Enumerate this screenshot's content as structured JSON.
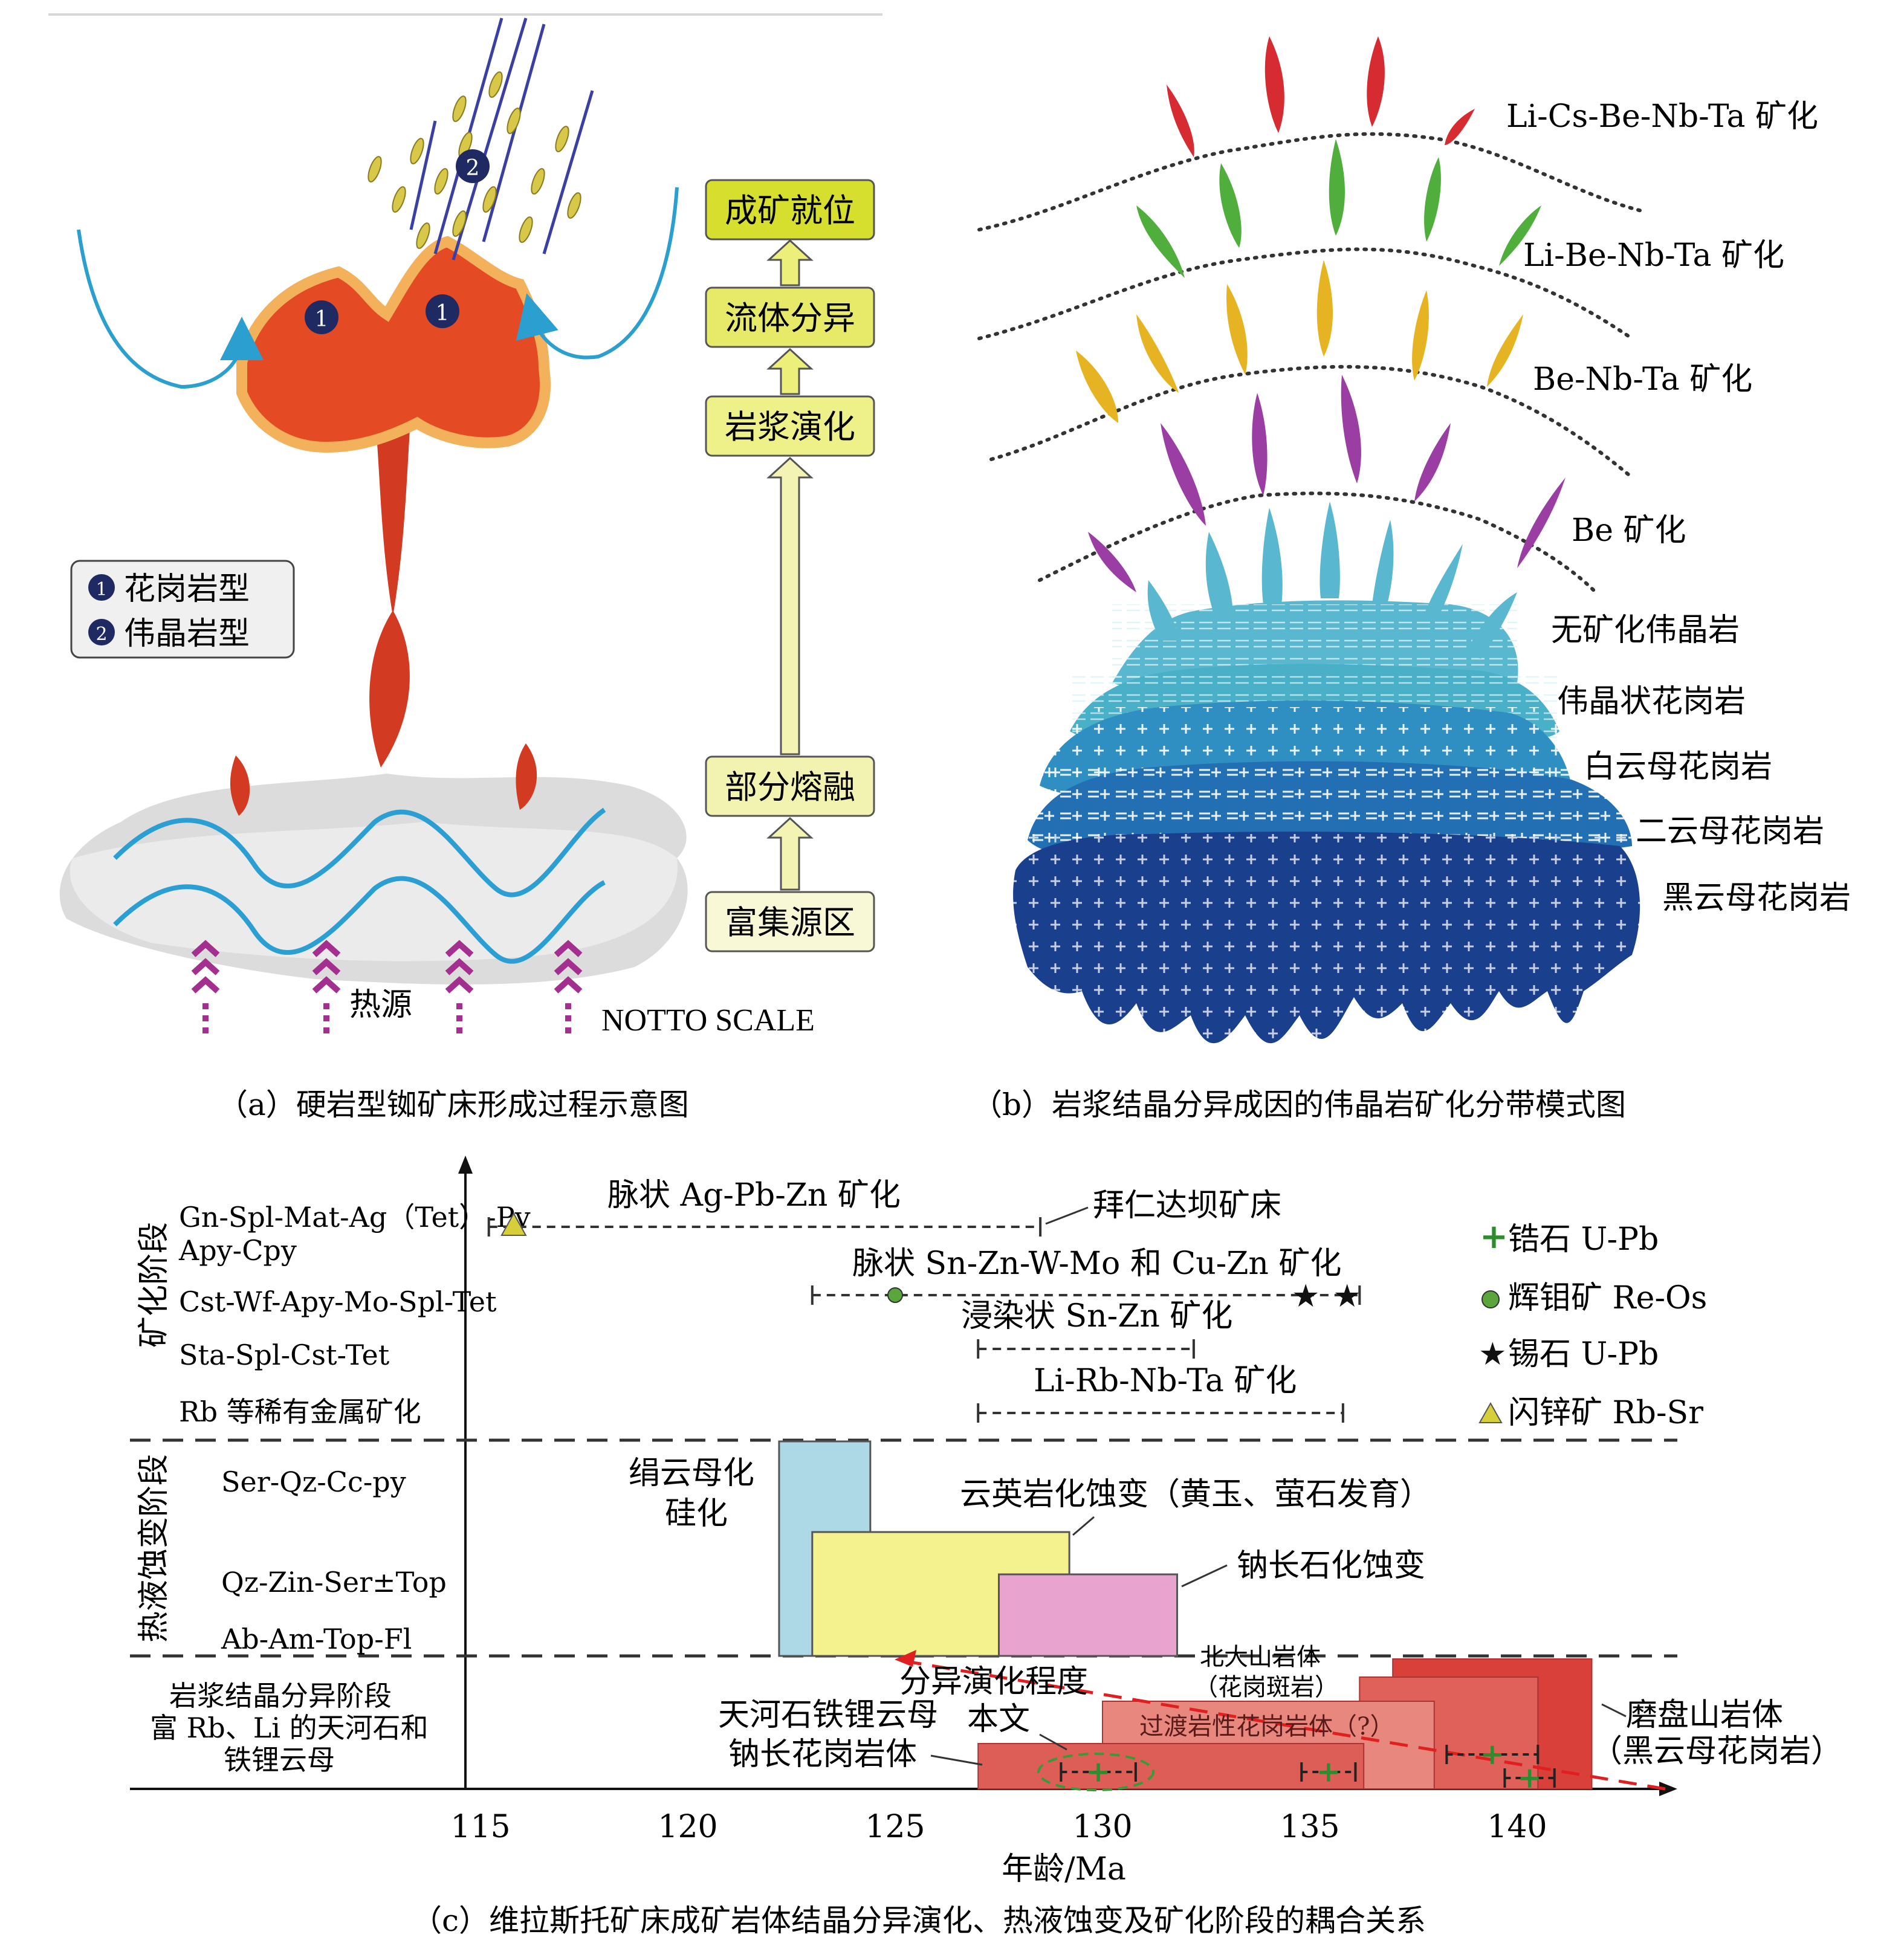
{
  "panel_a": {
    "flow_steps": [
      "成矿就位",
      "流体分异",
      "岩浆演化",
      "部分熔融",
      "富集源区"
    ],
    "legend": [
      {
        "num": "1",
        "label": "花岗岩型"
      },
      {
        "num": "2",
        "label": "伟晶岩型"
      }
    ],
    "heat_source": "热源",
    "scale_note": "NOTTO SCALE",
    "marker_1": "1",
    "marker_2": "2",
    "caption": "（a）硬岩型铷矿床形成过程示意图"
  },
  "panel_b": {
    "zones": [
      "Li-Cs-Be-Nb-Ta 矿化",
      "Li-Be-Nb-Ta 矿化",
      "Be-Nb-Ta 矿化",
      "Be 矿化",
      "无矿化伟晶岩",
      "伟晶状花岗岩",
      "白云母花岗岩",
      "二云母花岗岩",
      "黑云母花岗岩"
    ],
    "caption": "（b）岩浆结晶分异成因的伟晶岩矿化分带模式图"
  },
  "panel_c": {
    "stage_mineralization": "矿化阶段",
    "stage_hydrothermal": "热液蚀变阶段",
    "row_labels": [
      "Gn-Spl-Mat-Ag（Tet）-Py",
      "Apy-Cpy",
      "Cst-Wf-Apy-Mo-Spl-Tet",
      "Sta-Spl-Cst-Tet",
      "Rb 等稀有金属矿化",
      "Ser-Qz-Cc-py",
      "Qz-Zin-Ser±Top",
      "Ab-Am-Top-Fl"
    ],
    "magmatic_stage": [
      "岩浆结晶分异阶段",
      "富 Rb、Li 的天河石和",
      "铁锂云母"
    ],
    "ranges": [
      {
        "label": "脉状 Ag-Pb-Zn 矿化",
        "from": 115.2,
        "to": 128.5
      },
      {
        "label": "脉状 Sn-Zn-W-Mo 和 Cu-Zn 矿化",
        "from": 123,
        "to": 136.2
      },
      {
        "label": "浸染状 Sn-Zn 矿化",
        "from": 127,
        "to": 132.2
      },
      {
        "label": "Li-Rb-Nb-Ta 矿化",
        "from": 127,
        "to": 135.8
      }
    ],
    "deposit_label": "拜仁达坝矿床",
    "alteration": [
      {
        "label": "绢云母化",
        "label2": "硅化",
        "from": 122.2,
        "to": 124.4,
        "color": "#add8e6"
      },
      {
        "label": "云英岩化蚀变（黄玉、萤石发育）",
        "from": 123,
        "to": 129.2,
        "color": "#f4f28f"
      },
      {
        "label": "钠长石化蚀变",
        "from": 127.5,
        "to": 131.8,
        "color": "#e9a3cf"
      }
    ],
    "intrusions": [
      {
        "label": "天河石铁锂云母",
        "label2": "钠长花岗岩体",
        "from": 127,
        "to": 136.3
      },
      {
        "label": "过渡岩性花岗岩体（?）",
        "from": 130,
        "to": 138
      },
      {
        "label": "北大山岩体",
        "label2": "（花岗斑岩）",
        "from": 136.2,
        "to": 140.5
      },
      {
        "label": "磨盘山岩体",
        "label2": "（黑云母花岗岩）",
        "from": 137,
        "to": 141.8
      }
    ],
    "this_study": "本文",
    "differentiation": "分异演化程度",
    "legend": [
      {
        "symbol": "+",
        "label": "锆石 U-Pb",
        "color": "#2e8b2e"
      },
      {
        "symbol": "●",
        "label": "辉钼矿 Re-Os",
        "color": "#5aa63c"
      },
      {
        "symbol": "★",
        "label": "锡石 U-Pb",
        "color": "#111111"
      },
      {
        "symbol": "▲",
        "label": "闪锌矿 Rb-Sr",
        "color": "#d7cf3a"
      }
    ],
    "x_ticks": [
      "115",
      "120",
      "125",
      "130",
      "135",
      "140"
    ],
    "x_label": "年龄/Ma",
    "caption": "（c）维拉斯托矿床成矿岩体结晶分异演化、热液蚀变及矿化阶段的耦合关系"
  },
  "chart_data": {
    "type": "gantt",
    "xlabel": "年龄/Ma",
    "xlim": [
      114.5,
      144
    ],
    "series": [
      {
        "name": "脉状 Ag-Pb-Zn 矿化",
        "start": 115.2,
        "end": 128.5
      },
      {
        "name": "脉状 Sn-Zn-W-Mo 和 Cu-Zn 矿化",
        "start": 123,
        "end": 136.2
      },
      {
        "name": "浸染状 Sn-Zn 矿化",
        "start": 127,
        "end": 132.2
      },
      {
        "name": "Li-Rb-Nb-Ta 矿化",
        "start": 127,
        "end": 135.8
      },
      {
        "name": "绢云母化 硅化",
        "start": 122.2,
        "end": 124.4
      },
      {
        "name": "云英岩化蚀变（黄玉、萤石发育）",
        "start": 123,
        "end": 129.2
      },
      {
        "name": "钠长石化蚀变",
        "start": 127.5,
        "end": 131.8
      }
    ]
  }
}
